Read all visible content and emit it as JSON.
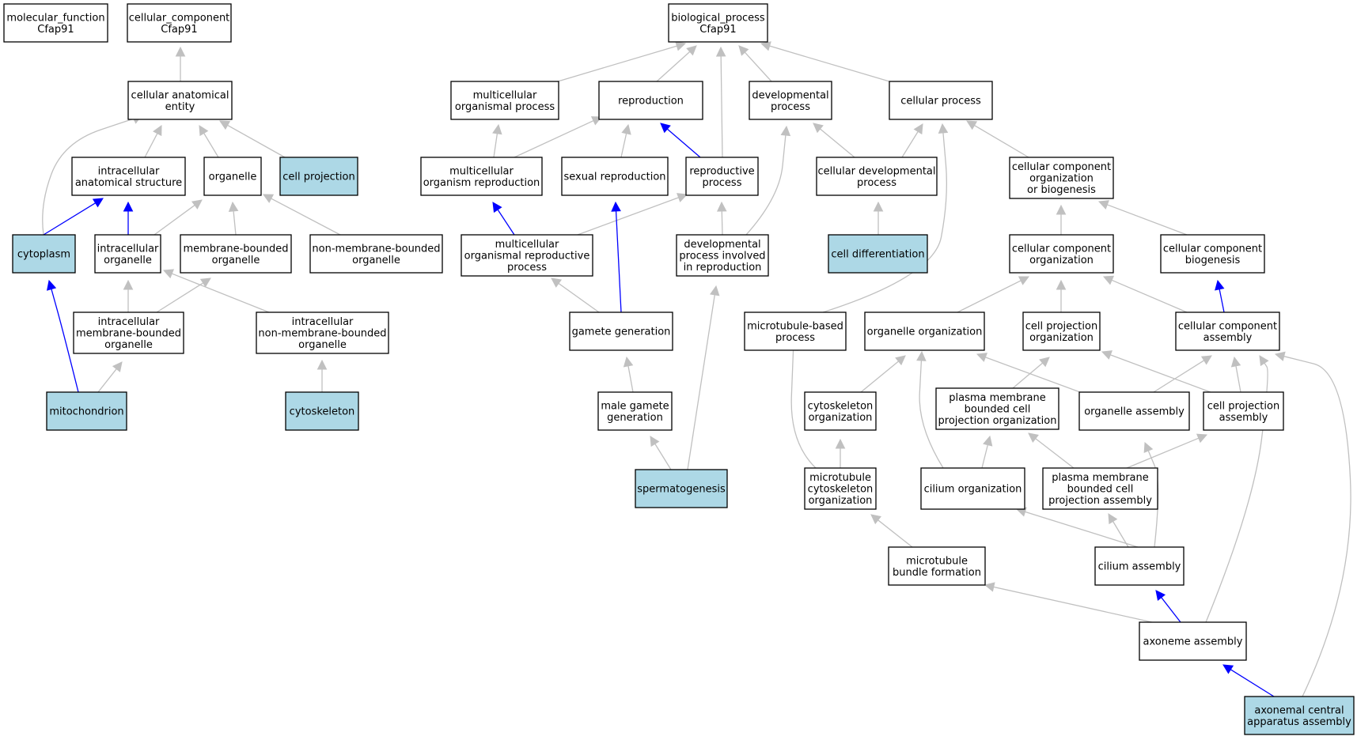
{
  "colors": {
    "highlight_fill": "#add8e6",
    "normal_fill": "#ffffff",
    "gray_edge": "#c0c0c0",
    "blue_edge": "#0000ff",
    "border": "#000000"
  },
  "nodes": {
    "mf": {
      "label": [
        "molecular_function",
        "Cfap91"
      ],
      "highlight": false
    },
    "cc": {
      "label": [
        "cellular_component",
        "Cfap91"
      ],
      "highlight": false
    },
    "bp": {
      "label": [
        "biological_process",
        "Cfap91"
      ],
      "highlight": false
    },
    "cae": {
      "label": [
        "cellular anatomical",
        "entity"
      ],
      "highlight": false
    },
    "ias": {
      "label": [
        "intracellular",
        "anatomical structure"
      ],
      "highlight": false
    },
    "org": {
      "label": [
        "organelle"
      ],
      "highlight": false
    },
    "cproj": {
      "label": [
        "cell projection"
      ],
      "highlight": true
    },
    "cyto": {
      "label": [
        "cytoplasm"
      ],
      "highlight": true
    },
    "io": {
      "label": [
        "intracellular",
        "organelle"
      ],
      "highlight": false
    },
    "mbo": {
      "label": [
        "membrane-bounded",
        "organelle"
      ],
      "highlight": false
    },
    "nmbo": {
      "label": [
        "non-membrane-bounded",
        "organelle"
      ],
      "highlight": false
    },
    "imbo": {
      "label": [
        "intracellular",
        "membrane-bounded",
        "organelle"
      ],
      "highlight": false
    },
    "inmbo": {
      "label": [
        "intracellular",
        "non-membrane-bounded",
        "organelle"
      ],
      "highlight": false
    },
    "mito": {
      "label": [
        "mitochondrion"
      ],
      "highlight": true
    },
    "cytosk": {
      "label": [
        "cytoskeleton"
      ],
      "highlight": true
    },
    "mop": {
      "label": [
        "multicellular",
        "organismal process"
      ],
      "highlight": false
    },
    "repro": {
      "label": [
        "reproduction"
      ],
      "highlight": false
    },
    "devp": {
      "label": [
        "developmental",
        "process"
      ],
      "highlight": false
    },
    "cellp": {
      "label": [
        "cellular process"
      ],
      "highlight": false
    },
    "mor": {
      "label": [
        "multicellular",
        "organism reproduction"
      ],
      "highlight": false
    },
    "sexr": {
      "label": [
        "sexual reproduction"
      ],
      "highlight": false
    },
    "reprop": {
      "label": [
        "reproductive",
        "process"
      ],
      "highlight": false
    },
    "cdevp": {
      "label": [
        "cellular developmental",
        "process"
      ],
      "highlight": false
    },
    "ccob": {
      "label": [
        "cellular component",
        "organization",
        "or biogenesis"
      ],
      "highlight": false
    },
    "morp": {
      "label": [
        "multicellular",
        "organismal reproductive",
        "process"
      ],
      "highlight": false
    },
    "dpir": {
      "label": [
        "developmental",
        "process involved",
        "in reproduction"
      ],
      "highlight": false
    },
    "celldiff": {
      "label": [
        "cell differentiation"
      ],
      "highlight": true
    },
    "cco": {
      "label": [
        "cellular component",
        "organization"
      ],
      "highlight": false
    },
    "ccb": {
      "label": [
        "cellular component",
        "biogenesis"
      ],
      "highlight": false
    },
    "gameteg": {
      "label": [
        "gamete generation"
      ],
      "highlight": false
    },
    "mtbp": {
      "label": [
        "microtubule-based",
        "process"
      ],
      "highlight": false
    },
    "orgorg": {
      "label": [
        "organelle organization"
      ],
      "highlight": false
    },
    "cpo": {
      "label": [
        "cell projection",
        "organization"
      ],
      "highlight": false
    },
    "cca": {
      "label": [
        "cellular component",
        "assembly"
      ],
      "highlight": false
    },
    "mgg": {
      "label": [
        "male gamete",
        "generation"
      ],
      "highlight": false
    },
    "cytoo": {
      "label": [
        "cytoskeleton",
        "organization"
      ],
      "highlight": false
    },
    "pmbcpo": {
      "label": [
        "plasma membrane",
        "bounded cell",
        "projection organization"
      ],
      "highlight": false
    },
    "orgasm": {
      "label": [
        "organelle assembly"
      ],
      "highlight": false
    },
    "cpa": {
      "label": [
        "cell projection",
        "assembly"
      ],
      "highlight": false
    },
    "spermato": {
      "label": [
        "spermatogenesis"
      ],
      "highlight": true
    },
    "mtco": {
      "label": [
        "microtubule",
        "cytoskeleton",
        "organization"
      ],
      "highlight": false
    },
    "ciliumo": {
      "label": [
        "cilium organization"
      ],
      "highlight": false
    },
    "pmbcpa": {
      "label": [
        "plasma membrane",
        "bounded cell",
        "projection assembly"
      ],
      "highlight": false
    },
    "mtbf": {
      "label": [
        "microtubule",
        "bundle formation"
      ],
      "highlight": false
    },
    "ciliuma": {
      "label": [
        "cilium assembly"
      ],
      "highlight": false
    },
    "axasm": {
      "label": [
        "axoneme assembly"
      ],
      "highlight": false
    },
    "acaa": {
      "label": [
        "axonemal central",
        "apparatus assembly"
      ],
      "highlight": true
    }
  },
  "edges": [
    {
      "from": "cae",
      "to": "cc",
      "color": "gray"
    },
    {
      "from": "ias",
      "to": "cae",
      "color": "gray"
    },
    {
      "from": "org",
      "to": "cae",
      "color": "gray"
    },
    {
      "from": "cproj",
      "to": "cae",
      "color": "gray"
    },
    {
      "from": "cyto",
      "to": "cae",
      "color": "gray"
    },
    {
      "from": "cyto",
      "to": "ias",
      "color": "blue"
    },
    {
      "from": "io",
      "to": "ias",
      "color": "blue"
    },
    {
      "from": "io",
      "to": "org",
      "color": "gray"
    },
    {
      "from": "mbo",
      "to": "org",
      "color": "gray"
    },
    {
      "from": "nmbo",
      "to": "org",
      "color": "gray"
    },
    {
      "from": "imbo",
      "to": "io",
      "color": "gray"
    },
    {
      "from": "imbo",
      "to": "mbo",
      "color": "gray"
    },
    {
      "from": "inmbo",
      "to": "io",
      "color": "gray"
    },
    {
      "from": "inmbo",
      "to": "nmbo",
      "color": "gray"
    },
    {
      "from": "mito",
      "to": "imbo",
      "color": "gray"
    },
    {
      "from": "mito",
      "to": "cyto",
      "color": "blue"
    },
    {
      "from": "cytosk",
      "to": "inmbo",
      "color": "gray"
    },
    {
      "from": "mop",
      "to": "bp",
      "color": "gray"
    },
    {
      "from": "repro",
      "to": "bp",
      "color": "gray"
    },
    {
      "from": "devp",
      "to": "bp",
      "color": "gray"
    },
    {
      "from": "cellp",
      "to": "bp",
      "color": "gray"
    },
    {
      "from": "reprop",
      "to": "bp",
      "color": "gray"
    },
    {
      "from": "mor",
      "to": "mop",
      "color": "gray"
    },
    {
      "from": "mor",
      "to": "repro",
      "color": "gray"
    },
    {
      "from": "sexr",
      "to": "repro",
      "color": "gray"
    },
    {
      "from": "reprop",
      "to": "repro",
      "color": "blue"
    },
    {
      "from": "cdevp",
      "to": "devp",
      "color": "gray"
    },
    {
      "from": "cdevp",
      "to": "cellp",
      "color": "gray"
    },
    {
      "from": "ccob",
      "to": "cellp",
      "color": "gray"
    },
    {
      "from": "morp",
      "to": "mor",
      "color": "blue"
    },
    {
      "from": "morp",
      "to": "reprop",
      "color": "gray"
    },
    {
      "from": "dpir",
      "to": "reprop",
      "color": "gray"
    },
    {
      "from": "dpir",
      "to": "devp",
      "color": "gray"
    },
    {
      "from": "celldiff",
      "to": "cdevp",
      "color": "gray"
    },
    {
      "from": "cco",
      "to": "ccob",
      "color": "gray"
    },
    {
      "from": "ccb",
      "to": "ccob",
      "color": "gray"
    },
    {
      "from": "gameteg",
      "to": "morp",
      "color": "gray"
    },
    {
      "from": "gameteg",
      "to": "sexr",
      "color": "blue"
    },
    {
      "from": "mtbp",
      "to": "cellp",
      "color": "gray"
    },
    {
      "from": "orgorg",
      "to": "cco",
      "color": "gray"
    },
    {
      "from": "cpo",
      "to": "cco",
      "color": "gray"
    },
    {
      "from": "cca",
      "to": "cco",
      "color": "gray"
    },
    {
      "from": "cca",
      "to": "ccb",
      "color": "blue"
    },
    {
      "from": "mgg",
      "to": "gameteg",
      "color": "gray"
    },
    {
      "from": "cytoo",
      "to": "orgorg",
      "color": "gray"
    },
    {
      "from": "pmbcpo",
      "to": "cpo",
      "color": "gray"
    },
    {
      "from": "orgasm",
      "to": "orgorg",
      "color": "gray"
    },
    {
      "from": "orgasm",
      "to": "cca",
      "color": "gray"
    },
    {
      "from": "cpa",
      "to": "cpo",
      "color": "gray"
    },
    {
      "from": "cpa",
      "to": "cca",
      "color": "gray"
    },
    {
      "from": "spermato",
      "to": "mgg",
      "color": "gray"
    },
    {
      "from": "spermato",
      "to": "dpir",
      "color": "gray"
    },
    {
      "from": "mtco",
      "to": "cytoo",
      "color": "gray"
    },
    {
      "from": "mtco",
      "to": "mtbp",
      "color": "gray"
    },
    {
      "from": "ciliumo",
      "to": "pmbcpo",
      "color": "gray"
    },
    {
      "from": "ciliumo",
      "to": "orgorg",
      "color": "gray"
    },
    {
      "from": "pmbcpa",
      "to": "pmbcpo",
      "color": "gray"
    },
    {
      "from": "pmbcpa",
      "to": "cpa",
      "color": "gray"
    },
    {
      "from": "mtbf",
      "to": "mtco",
      "color": "gray"
    },
    {
      "from": "ciliuma",
      "to": "ciliumo",
      "color": "gray"
    },
    {
      "from": "ciliuma",
      "to": "pmbcpa",
      "color": "gray"
    },
    {
      "from": "ciliuma",
      "to": "orgasm",
      "color": "gray"
    },
    {
      "from": "axasm",
      "to": "ciliuma",
      "color": "blue"
    },
    {
      "from": "axasm",
      "to": "mtbf",
      "color": "gray"
    },
    {
      "from": "axasm",
      "to": "cca",
      "color": "gray"
    },
    {
      "from": "acaa",
      "to": "axasm",
      "color": "blue"
    },
    {
      "from": "acaa",
      "to": "cca",
      "color": "gray"
    }
  ]
}
